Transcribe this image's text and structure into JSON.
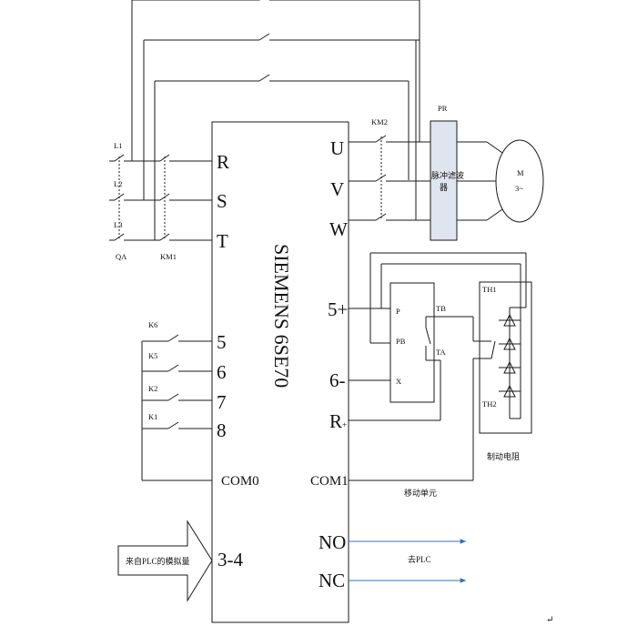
{
  "diagram": {
    "brand": "SIEMENS 6SE70",
    "input_terminals": [
      "R",
      "S",
      "T"
    ],
    "output_terminals": [
      "U",
      "V",
      "W"
    ],
    "control_terminals": [
      "5",
      "6",
      "7",
      "8"
    ],
    "com0": "COM0",
    "com1": "COM1",
    "term_5p": "5+",
    "term_6m": "6-",
    "term_r": "R",
    "term_r_sub": "+",
    "term_34": "3-4",
    "term_no": "NO",
    "term_nc": "NC",
    "phase_labels": [
      "L1",
      "L2",
      "L3"
    ],
    "qa": "QA",
    "km1": "KM1",
    "km2": "KM2",
    "switch_labels": [
      "K6",
      "K5",
      "K2",
      "K1"
    ],
    "pr_label": "PR",
    "filter_label_line1": "脉冲滤波",
    "filter_label_line2": "器",
    "motor_line1": "M",
    "motor_line2": "3~",
    "brake_unit_terms": {
      "p": "P",
      "pb": "PB",
      "x": "X",
      "tb": "TB",
      "ta": "TA"
    },
    "brake_unit_label": "移动单元",
    "resistor_terms": {
      "th1": "TH1",
      "th2": "TH2"
    },
    "resistor_label": "制动电阻",
    "plc_input_label": "来自PLC的模拟量",
    "plc_output_label": "去PLC",
    "return_mark": "↵"
  }
}
